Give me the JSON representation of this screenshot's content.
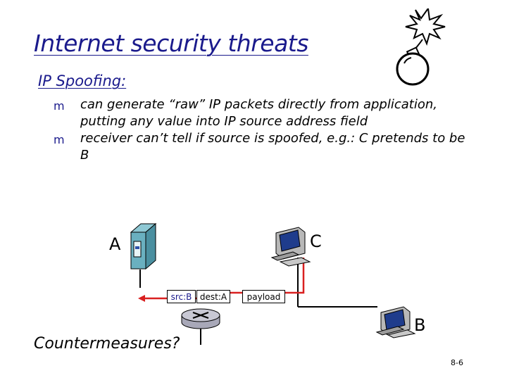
{
  "title": "Internet security threats",
  "subtitle": "IP Spoofing:",
  "bullet_marker": "m",
  "bullets": [
    "can generate “raw” IP packets directly from application, putting any value into IP source address field",
    "receiver can’t tell if source is spoofed, e.g.: C pretends to be B"
  ],
  "nodes": {
    "a": "A",
    "b": "B",
    "c": "C"
  },
  "packet": {
    "src": "src:B",
    "dest": "dest:A",
    "payload": "payload"
  },
  "question": "Countermeasures?",
  "slide_number": "8-6",
  "colors": {
    "title": "#1a1a8c",
    "path": "#d92020",
    "line": "#000000",
    "server": "#6ab0c0"
  },
  "icons": [
    "bomb-icon",
    "server-icon",
    "desktop-computer-icon",
    "router-icon"
  ]
}
